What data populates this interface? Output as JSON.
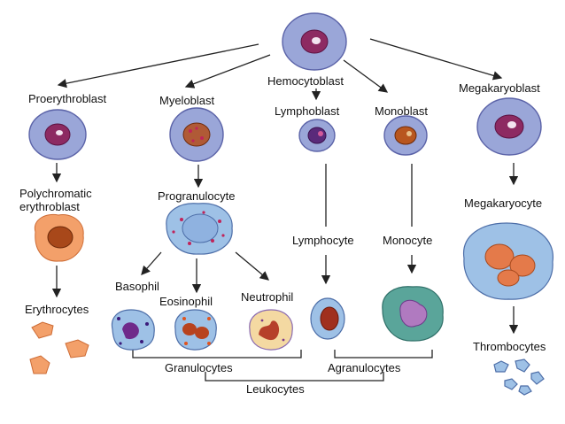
{
  "labels": {
    "hemocytoblast": "Hemocytoblast",
    "proerythroblast": "Proerythroblast",
    "myeloblast": "Myeloblast",
    "lymphoblast": "Lymphoblast",
    "monoblast": "Monoblast",
    "megakaryoblast": "Megakaryoblast",
    "polychromatic_line1": "Polychromatic",
    "polychromatic_line2": "erythroblast",
    "progranulocyte": "Progranulocyte",
    "lymphocyte": "Lymphocyte",
    "monocyte": "Monocyte",
    "megakaryocyte": "Megakaryocyte",
    "erythrocytes": "Erythrocytes",
    "basophil": "Basophil",
    "eosinophil": "Eosinophil",
    "neutrophil": "Neutrophil",
    "thrombocytes": "Thrombocytes",
    "granulocytes": "Granulocytes",
    "agranulocytes": "Agranulocytes",
    "leukocytes": "Leukocytes"
  },
  "colors": {
    "blast_cytoplasm": "#9aa6d8",
    "blast_nucleus": "#8d2a62",
    "erythroid": "#f3a06a",
    "monocyte": "#5aa59a",
    "progranulocyte": "#9ec1e6"
  }
}
